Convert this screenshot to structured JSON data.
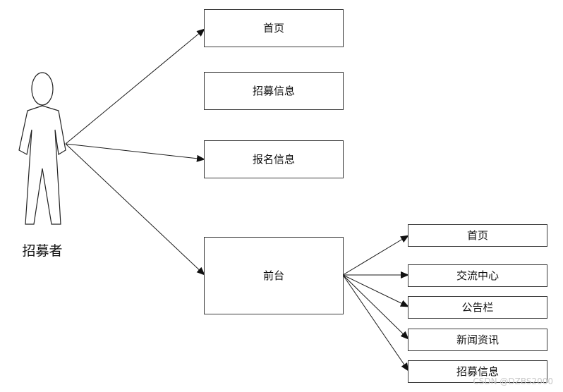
{
  "actor": {
    "label": "招募者"
  },
  "nodes": {
    "home": "首页",
    "recruit_info": "招募信息",
    "signup_info": "报名信息",
    "frontend": "前台"
  },
  "frontend_children": {
    "home": "首页",
    "exchange_center": "交流中心",
    "bulletin": "公告栏",
    "news": "新闻资讯",
    "recruit_info": "招募信息"
  },
  "watermark": "CSDN @DZBS2000"
}
